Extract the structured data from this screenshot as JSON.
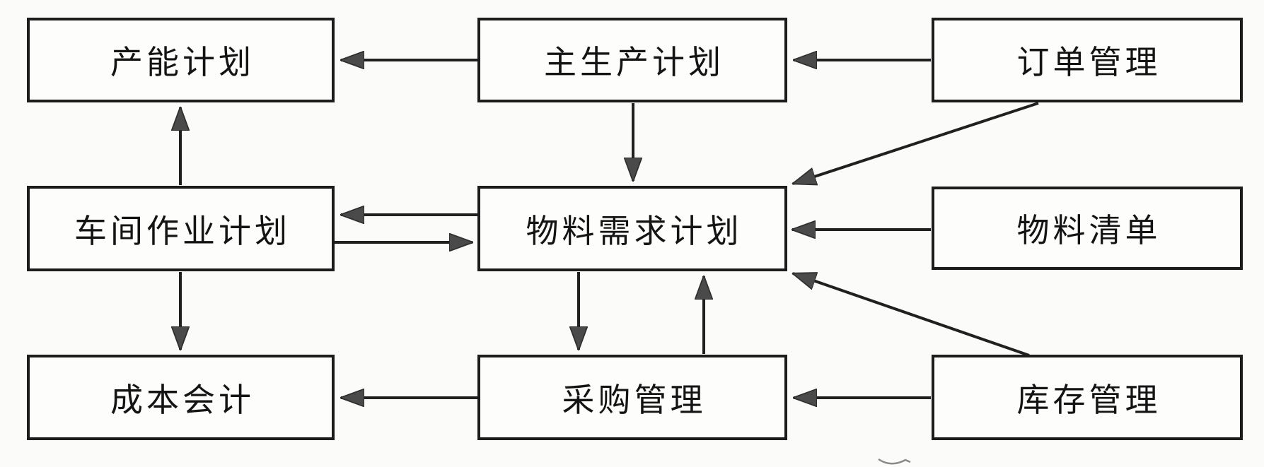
{
  "diagram": {
    "nodes": [
      {
        "id": "capacity-planning",
        "label": "产能计划"
      },
      {
        "id": "master-production-schedule",
        "label": "主生产计划"
      },
      {
        "id": "order-management",
        "label": "订单管理"
      },
      {
        "id": "shop-floor-scheduling",
        "label": "车间作业计划"
      },
      {
        "id": "material-requirements-planning",
        "label": "物料需求计划"
      },
      {
        "id": "bill-of-materials",
        "label": "物料清单"
      },
      {
        "id": "cost-accounting",
        "label": "成本会计"
      },
      {
        "id": "purchasing-management",
        "label": "采购管理"
      },
      {
        "id": "inventory-management",
        "label": "库存管理"
      }
    ],
    "edges": [
      {
        "from": "主生产计划",
        "to": "产能计划"
      },
      {
        "from": "订单管理",
        "to": "主生产计划"
      },
      {
        "from": "主生产计划",
        "to": "物料需求计划"
      },
      {
        "from": "订单管理",
        "to": "物料需求计划"
      },
      {
        "from": "物料需求计划",
        "to": "车间作业计划"
      },
      {
        "from": "车间作业计划",
        "to": "物料需求计划"
      },
      {
        "from": "物料清单",
        "to": "物料需求计划"
      },
      {
        "from": "车间作业计划",
        "to": "产能计划"
      },
      {
        "from": "车间作业计划",
        "to": "成本会计"
      },
      {
        "from": "物料需求计划",
        "to": "采购管理"
      },
      {
        "from": "采购管理",
        "to": "物料需求计划"
      },
      {
        "from": "库存管理",
        "to": "物料需求计划"
      },
      {
        "from": "采购管理",
        "to": "成本会计"
      },
      {
        "from": "库存管理",
        "to": "采购管理"
      }
    ],
    "colors": {
      "background": "#fbfbf9",
      "box_border": "#1c1c1c",
      "box_fill": "#fdfdfc",
      "line": "#202020",
      "arrowhead": "#4a4a4a",
      "text": "#141414"
    }
  }
}
